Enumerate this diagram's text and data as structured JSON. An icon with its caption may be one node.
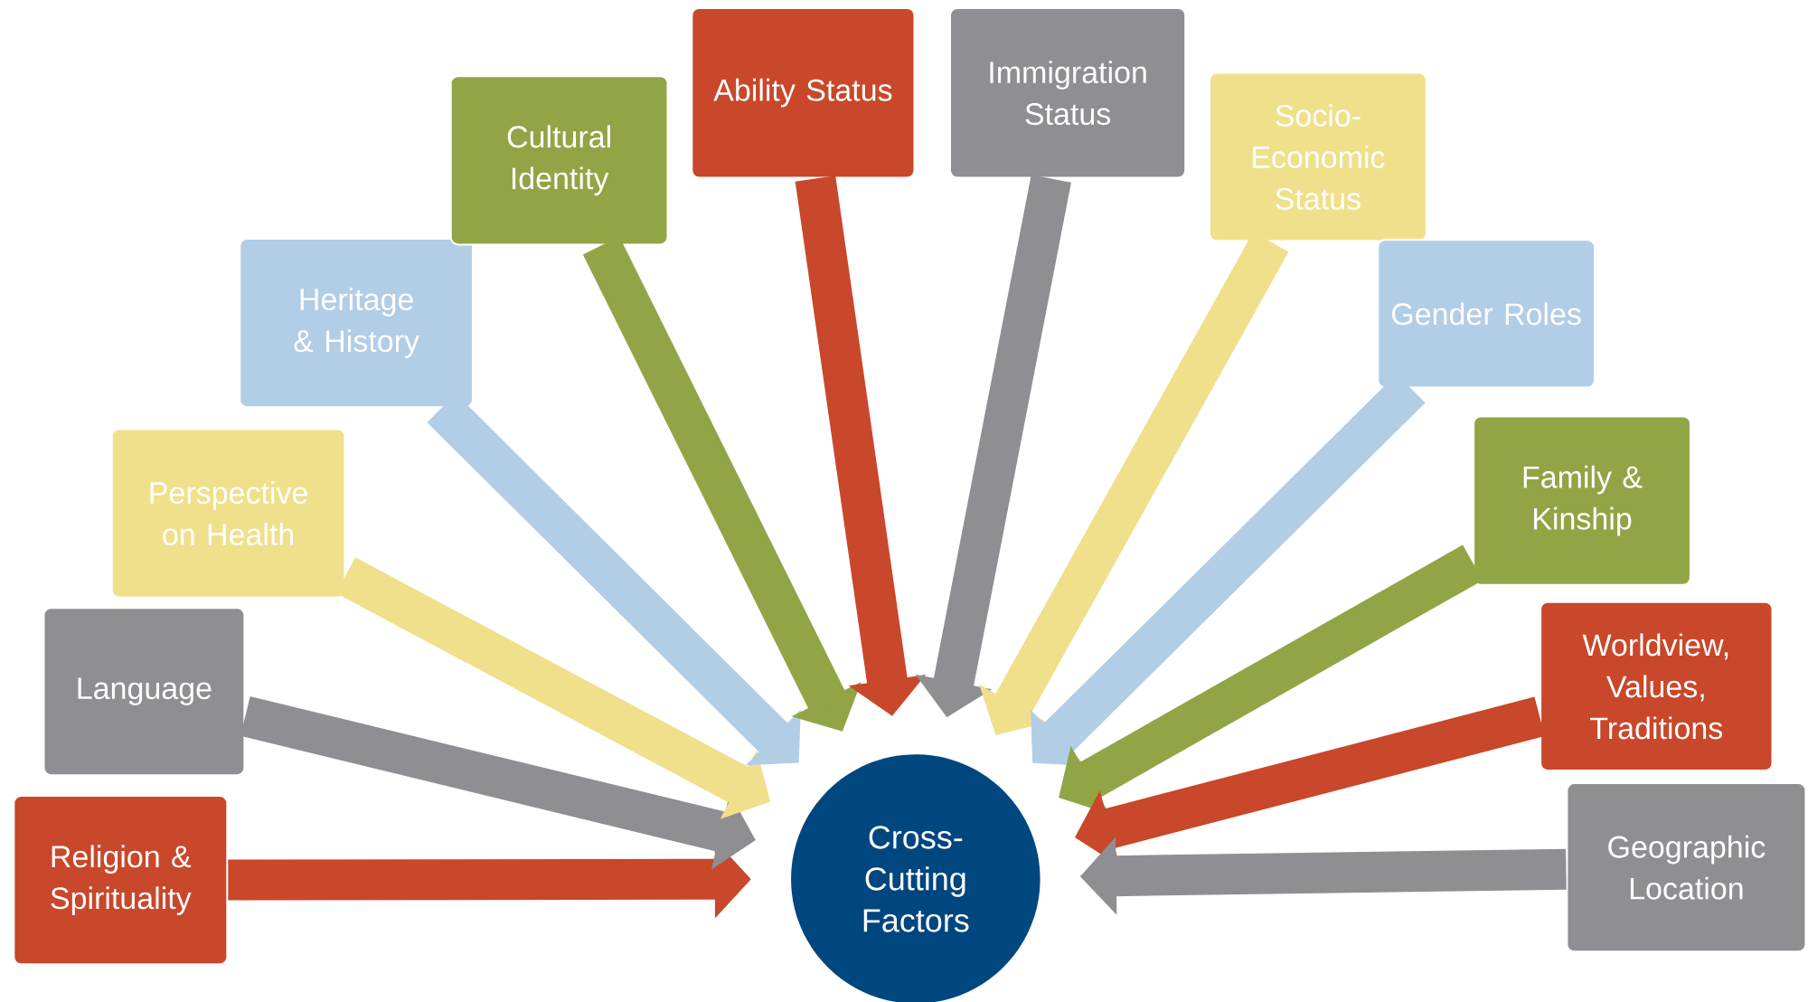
{
  "diagram": {
    "nodes": [
      {
        "text": [
          "Religion & Spirituality"
        ]
      },
      {
        "text": [
          "Language"
        ]
      },
      {
        "text": [
          "Perspective on Health"
        ]
      },
      {
        "text": [
          "Heritage & History"
        ]
      },
      {
        "text": [
          "Cultural Identity"
        ]
      },
      {
        "text": [
          "Ability Status"
        ]
      },
      {
        "text": [
          "Immigration Status"
        ]
      },
      {
        "text": [
          "Socio-Economic Status"
        ]
      },
      {
        "text": [
          "Gender Roles"
        ]
      },
      {
        "text": [
          "Family & Kinship"
        ]
      },
      {
        "text": [
          "Worldview, Values, Traditions"
        ]
      },
      {
        "text": [
          "Geographic Location"
        ]
      },
      {
        "text": [
          "Cross-Cutting Factors"
        ]
      }
    ],
    "edges": [
      {
        "from": 0,
        "to": 12,
        "arrow": "to",
        "color": "#c9472a"
      },
      {
        "from": 1,
        "to": 12,
        "arrow": "to",
        "color": "#8f8e93"
      },
      {
        "from": 2,
        "to": 12,
        "arrow": "to",
        "color": "#f0e08c"
      },
      {
        "from": 3,
        "to": 12,
        "arrow": "to",
        "color": "#b2cde6"
      },
      {
        "from": 4,
        "to": 12,
        "arrow": "to",
        "color": "#92a546"
      },
      {
        "from": 5,
        "to": 12,
        "arrow": "to",
        "color": "#c9472a"
      },
      {
        "from": 6,
        "to": 12,
        "arrow": "to",
        "color": "#8f8e93"
      },
      {
        "from": 7,
        "to": 12,
        "arrow": "to",
        "color": "#f0e08c"
      },
      {
        "from": 8,
        "to": 12,
        "arrow": "to",
        "color": "#b2cde6"
      },
      {
        "from": 9,
        "to": 12,
        "arrow": "to",
        "color": "#92a546"
      },
      {
        "from": 10,
        "to": 12,
        "arrow": "to",
        "color": "#c9472a"
      },
      {
        "from": 11,
        "to": 12,
        "arrow": "to",
        "color": "#8f8e93"
      }
    ]
  }
}
